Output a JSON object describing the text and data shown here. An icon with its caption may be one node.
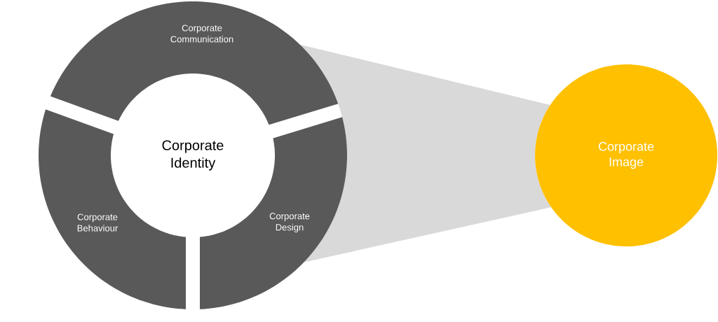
{
  "diagram": {
    "nodes": [
      {
        "text": [
          "Corporate Communication"
        ]
      },
      {
        "text": [
          "Corporate Identity"
        ]
      },
      {
        "text": [
          "Corporate Behaviour"
        ]
      },
      {
        "text": [
          "Corporate Design"
        ]
      },
      {
        "text": [
          "Corporate Image"
        ]
      },
      {
        "text": [],
        "shape": "band"
      }
    ]
  }
}
